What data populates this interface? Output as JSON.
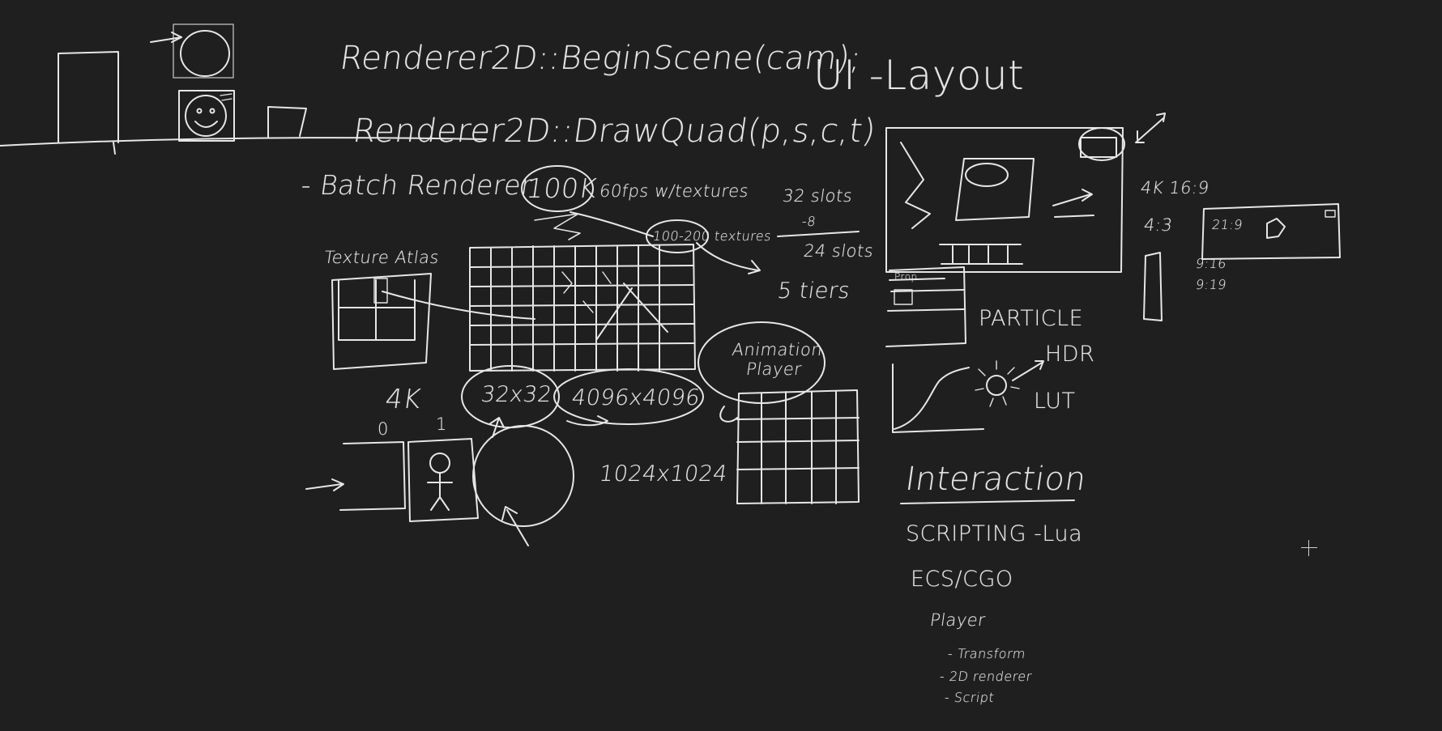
{
  "whiteboard": {
    "background_color": "#1f1f1f",
    "ink_color": "#e6e6e6",
    "code_lines": {
      "begin_scene": "Renderer2D::BeginScene(cam);",
      "draw_quad": "Renderer2D::DrawQuad(p,s,c,t)"
    },
    "batch": {
      "title": "- Batch Renderer",
      "quad_count": "100K",
      "fps_note": "60fps w/textures",
      "texture_count": "100-200 textures",
      "slots_total": "32 slots",
      "slots_minus": "-8",
      "slots_left": "24 slots",
      "tiers": "5 tiers"
    },
    "atlas": {
      "title": "Texture Atlas",
      "resolution_4k": "4K",
      "tile_size": "32x32",
      "atlas_size": "4096x4096",
      "alt_size": "1024x1024",
      "frame_index_0": "0",
      "frame_index_1": "1"
    },
    "animation": {
      "title": "Animation Player"
    },
    "ui_layout": {
      "title": "UI -Layout",
      "aspect_4k": "4K 16:9",
      "aspect_43": "4:3",
      "aspect_21": "21:9",
      "aspect_916": "9:16",
      "aspect_919": "9:19",
      "panel_label": "Prop",
      "particle": "PARTICLE",
      "hdr": "HDR",
      "lut": "LUT"
    },
    "interaction": {
      "title": "Interaction",
      "scripting": "SCRIPTING -Lua",
      "ecs": "ECS/CGO",
      "player": "Player",
      "components": [
        "- Transform",
        "- 2D renderer",
        "- Script"
      ]
    }
  }
}
